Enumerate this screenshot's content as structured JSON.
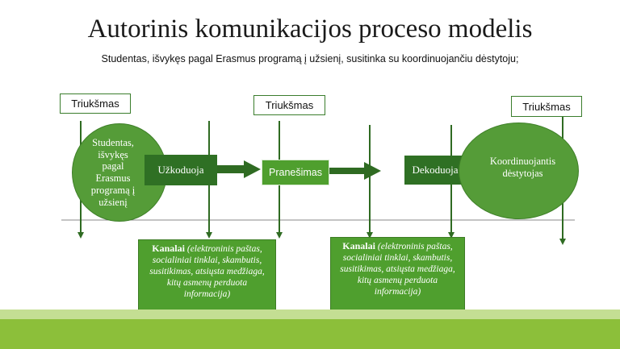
{
  "title": "Autorinis komunikacijos proceso modelis",
  "subtitle": "Studentas, išvykęs pagal Erasmus programą į užsienį, susitinka su koordinuojančiu dėstytoju;",
  "noise": [
    "Triukšmas",
    "Triukšmas",
    "Triukšmas"
  ],
  "sender": {
    "lines": [
      "Studentas,",
      "išvykęs",
      "pagal",
      "Erasmus",
      "programą į",
      "užsienį"
    ]
  },
  "encode": "Užkoduoja",
  "message": "Pranešimas",
  "decode": "Dekoduoja",
  "receiver": {
    "lines": [
      "Koordinuojantis",
      "dėstytojas"
    ]
  },
  "channels": [
    {
      "bold": "Kanalai",
      "italic": "(elektroninis paštas, socialiniai tinklai, skambutis, susitikimas, atsiųsta medžiaga, kitų asmenų perduota informacija)"
    },
    {
      "bold": "Kanalai",
      "italic": "(elektroninis paštas, socialiniai tinklai, skambutis, susitikimas, atsiųsta medžiaga, kitų asmenų perduota informacija)"
    }
  ],
  "colors": {
    "dark_green": "#2f7024",
    "medium_green": "#4f9f2e",
    "bar_green": "#8cbf3a"
  }
}
